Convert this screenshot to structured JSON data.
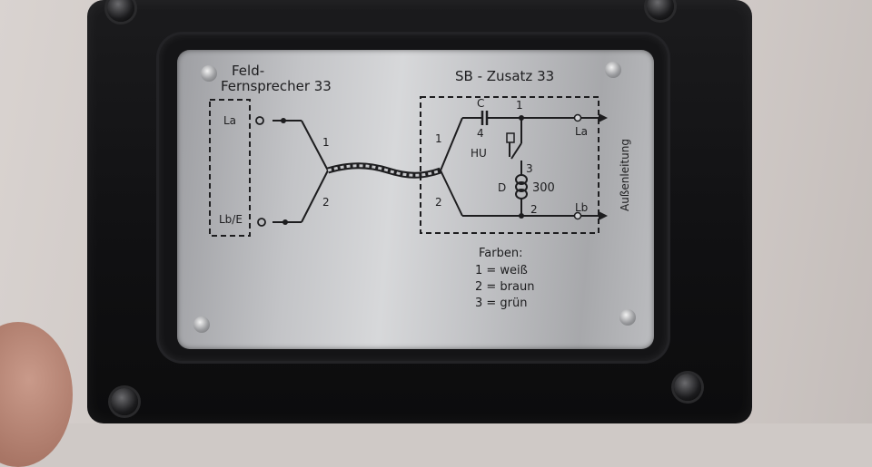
{
  "plate": {
    "left_title_line1": "Feld-",
    "left_title_line2": "Fernsprecher 33",
    "right_title": "SB - Zusatz 33",
    "left_terminal_a": "La",
    "left_terminal_b": "Lb/E",
    "wire_label_1": "1",
    "wire_label_2": "2",
    "box_wire_1": "1",
    "box_wire_2": "2",
    "cap_label": "C",
    "cap_value": "4",
    "node_1": "1",
    "switch_label": "HU",
    "coil_label": "D",
    "coil_number": "3",
    "coil_value": "300",
    "node_2": "2",
    "out_la": "La",
    "out_lb": "Lb",
    "vertical_label": "Außenleitung",
    "legend_title": "Farben:",
    "legend_1": "1 = weiß",
    "legend_2": "2 = braun",
    "legend_3": "3 = grün"
  }
}
